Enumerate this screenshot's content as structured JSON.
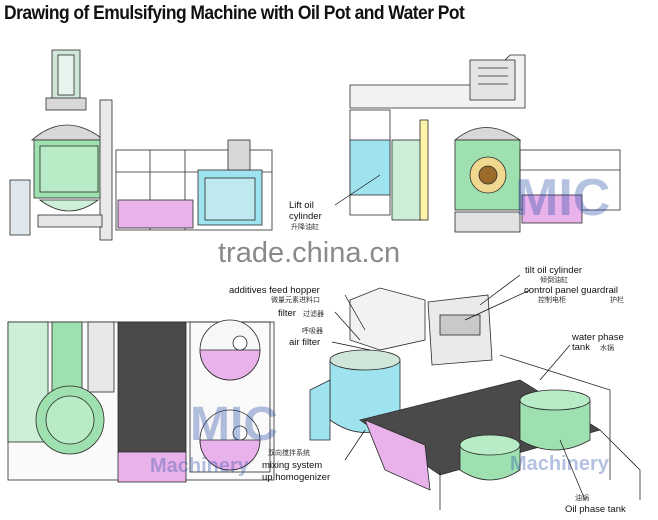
{
  "title": "Drawing of Emulsifying Machine with Oil Pot and Water Pot",
  "watermark": {
    "brand": "MIC",
    "text2": "Machinery",
    "site": "trade.china.cn",
    "site_tld": ".cn",
    "trade_part": "trade",
    "china_part": "china"
  },
  "labels": {
    "lift_oil_cylinder": [
      "Lift oil",
      "cylinder"
    ],
    "tilt_oil_cylinder": "tilt oil cylinder",
    "additives_feed_hopper": "additives feed hopper",
    "control_panel_guardrail": "control panel guardrail",
    "filter": "filter",
    "air_filter": "air filter",
    "water_phase_tank": [
      "water phase",
      "tank"
    ],
    "mixing_system": "mixing system",
    "up_homogenizer": "up homogenizer",
    "oil_phase_tank": "Oil phase tank"
  },
  "labels_cn": {
    "lift_oil_cylinder": "升降油缸",
    "tilt_oil_cylinder": "倾倒油缸",
    "additives_feed_hopper": "微量元素进料口",
    "control_panel": "控制电柜",
    "guardrail": "护栏",
    "filter": "过滤器",
    "air_filter": "呼吸器",
    "water_phase_tank": "水锅",
    "mixing_system": "双向搅拌系统",
    "oil_phase_tank": "油锅"
  },
  "colors": {
    "outline": "#2a2a2a",
    "green": "#9fe0b0",
    "cyan": "#9fe3ee",
    "pink": "#e9b2ea",
    "gray": "#d9d9d9",
    "dark": "#4a4a4a"
  }
}
